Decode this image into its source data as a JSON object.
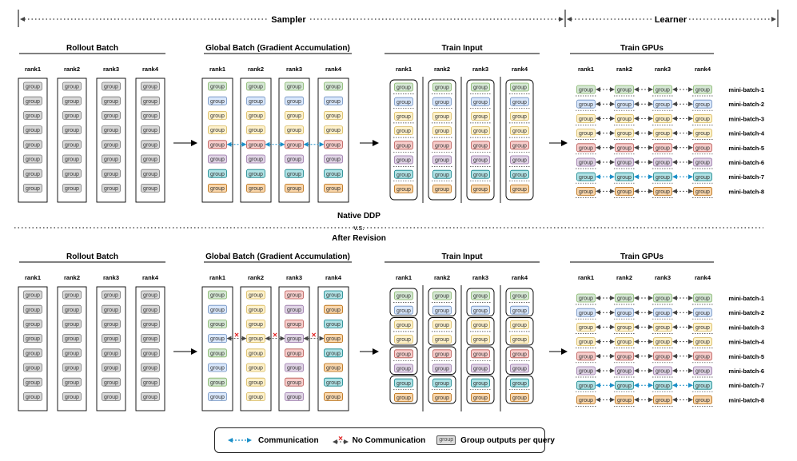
{
  "header": {
    "sampler": "Sampler",
    "learner": "Learner"
  },
  "divider": {
    "top": "Native DDP",
    "mid": "v.s.",
    "bottom": "After Revision"
  },
  "rank_labels": [
    "rank1",
    "rank2",
    "rank3",
    "rank4"
  ],
  "group_label": "group",
  "minibatch_labels": [
    "mini-batch-1",
    "mini-batch-2",
    "mini-batch-3",
    "mini-batch-4",
    "mini-batch-5",
    "mini-batch-6",
    "mini-batch-7",
    "mini-batch-8"
  ],
  "colors": {
    "gray": "#d9d9d9",
    "green": "#d5e8d4",
    "blue": "#dae8fc",
    "yellow": "#fff2cc",
    "pink": "#f8cecc",
    "purple": "#e1d5e7",
    "teal": "#b0e3e6",
    "orange": "#fad7ac",
    "comm_arrow": "#1b8fc8",
    "no_comm_x": "#e02020"
  },
  "native_ddp": {
    "rollout": {
      "title": "Rollout Batch"
    },
    "global": {
      "title": "Global Batch (Gradient  Accumulation)",
      "columns": [
        [
          "green",
          "blue",
          "yellow",
          "yellow",
          "pink",
          "purple",
          "teal",
          "orange"
        ],
        [
          "green",
          "blue",
          "yellow",
          "yellow",
          "pink",
          "purple",
          "teal",
          "orange"
        ],
        [
          "green",
          "blue",
          "yellow",
          "yellow",
          "pink",
          "purple",
          "teal",
          "orange"
        ],
        [
          "green",
          "blue",
          "yellow",
          "yellow",
          "pink",
          "purple",
          "teal",
          "orange"
        ]
      ]
    },
    "train_input": {
      "title": "Train Input"
    },
    "train_gpus": {
      "title": "Train GPUs",
      "rows": [
        "green",
        "blue",
        "yellow",
        "yellow",
        "pink",
        "purple",
        "teal",
        "orange"
      ]
    }
  },
  "after_revision": {
    "rollout": {
      "title": "Rollout Batch"
    },
    "global": {
      "title": "Global Batch (Gradient  Accumulation)",
      "columns": [
        [
          "green",
          "blue",
          "green",
          "blue",
          "green",
          "blue",
          "green",
          "blue"
        ],
        [
          "yellow",
          "yellow",
          "yellow",
          "yellow",
          "yellow",
          "yellow",
          "yellow",
          "yellow"
        ],
        [
          "pink",
          "purple",
          "pink",
          "purple",
          "pink",
          "purple",
          "pink",
          "purple"
        ],
        [
          "teal",
          "orange",
          "teal",
          "orange",
          "teal",
          "orange",
          "teal",
          "orange"
        ]
      ]
    },
    "train_input": {
      "title": "Train Input"
    },
    "train_gpus": {
      "title": "Train GPUs",
      "rows": [
        "green",
        "blue",
        "yellow",
        "yellow",
        "pink",
        "purple",
        "teal",
        "orange"
      ]
    }
  },
  "legend": {
    "communication": "Communication",
    "no_communication": "No Communication",
    "group_chip": "group",
    "group_desc": "Group outputs per query"
  }
}
